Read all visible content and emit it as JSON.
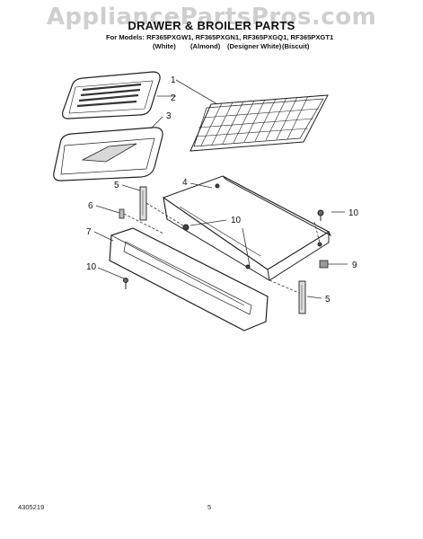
{
  "watermark": "AppliancePartsPros.com",
  "title": "DRAWER & BROILER PARTS",
  "models_line": "For Models: RF365PXGW1, RF365PXGN1, RF365PXGQ1, RF365PXGT1",
  "colors": [
    "(White)",
    "(Almond)",
    "(Designer White)",
    "(Biscuit)"
  ],
  "callouts": [
    "1",
    "2",
    "3",
    "4",
    "5",
    "6",
    "7",
    "10",
    "10",
    "10",
    "9",
    "5"
  ],
  "footer": {
    "doc_number": "4305219",
    "page": "5"
  }
}
